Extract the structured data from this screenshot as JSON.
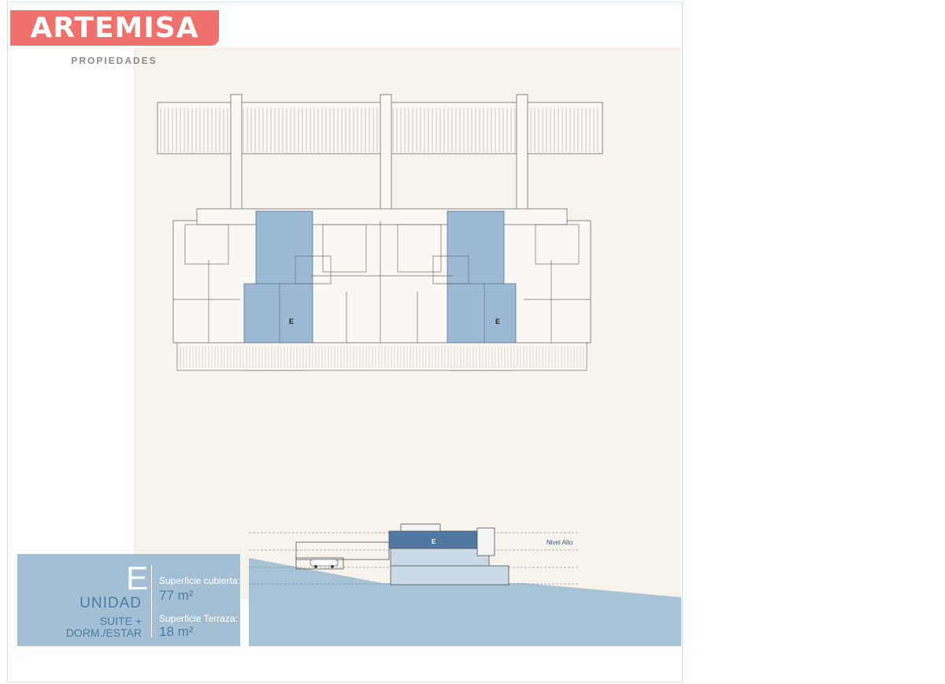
{
  "brand": {
    "name": "ARTEMISA",
    "subtitle": "PROPIEDADES",
    "color": "#f0716b"
  },
  "floor_plan": {
    "unit_labels": [
      "E",
      "E"
    ],
    "highlight_color": "#9cb8d3"
  },
  "section": {
    "unit_label": "E",
    "level_label": "Nivel Alto"
  },
  "unit_info": {
    "letter": "E",
    "unidad": "UNIDAD",
    "tipo_line1": "SUITE +",
    "tipo_line2": "DORM./ESTAR",
    "cubierta_label": "Superficie cubierta:",
    "cubierta_value": "77 m²",
    "terraza_label": "Superficie Terraza:",
    "terraza_value": "18 m²",
    "panel_color": "#a4bfd3",
    "accent_color": "#4c7da3"
  }
}
